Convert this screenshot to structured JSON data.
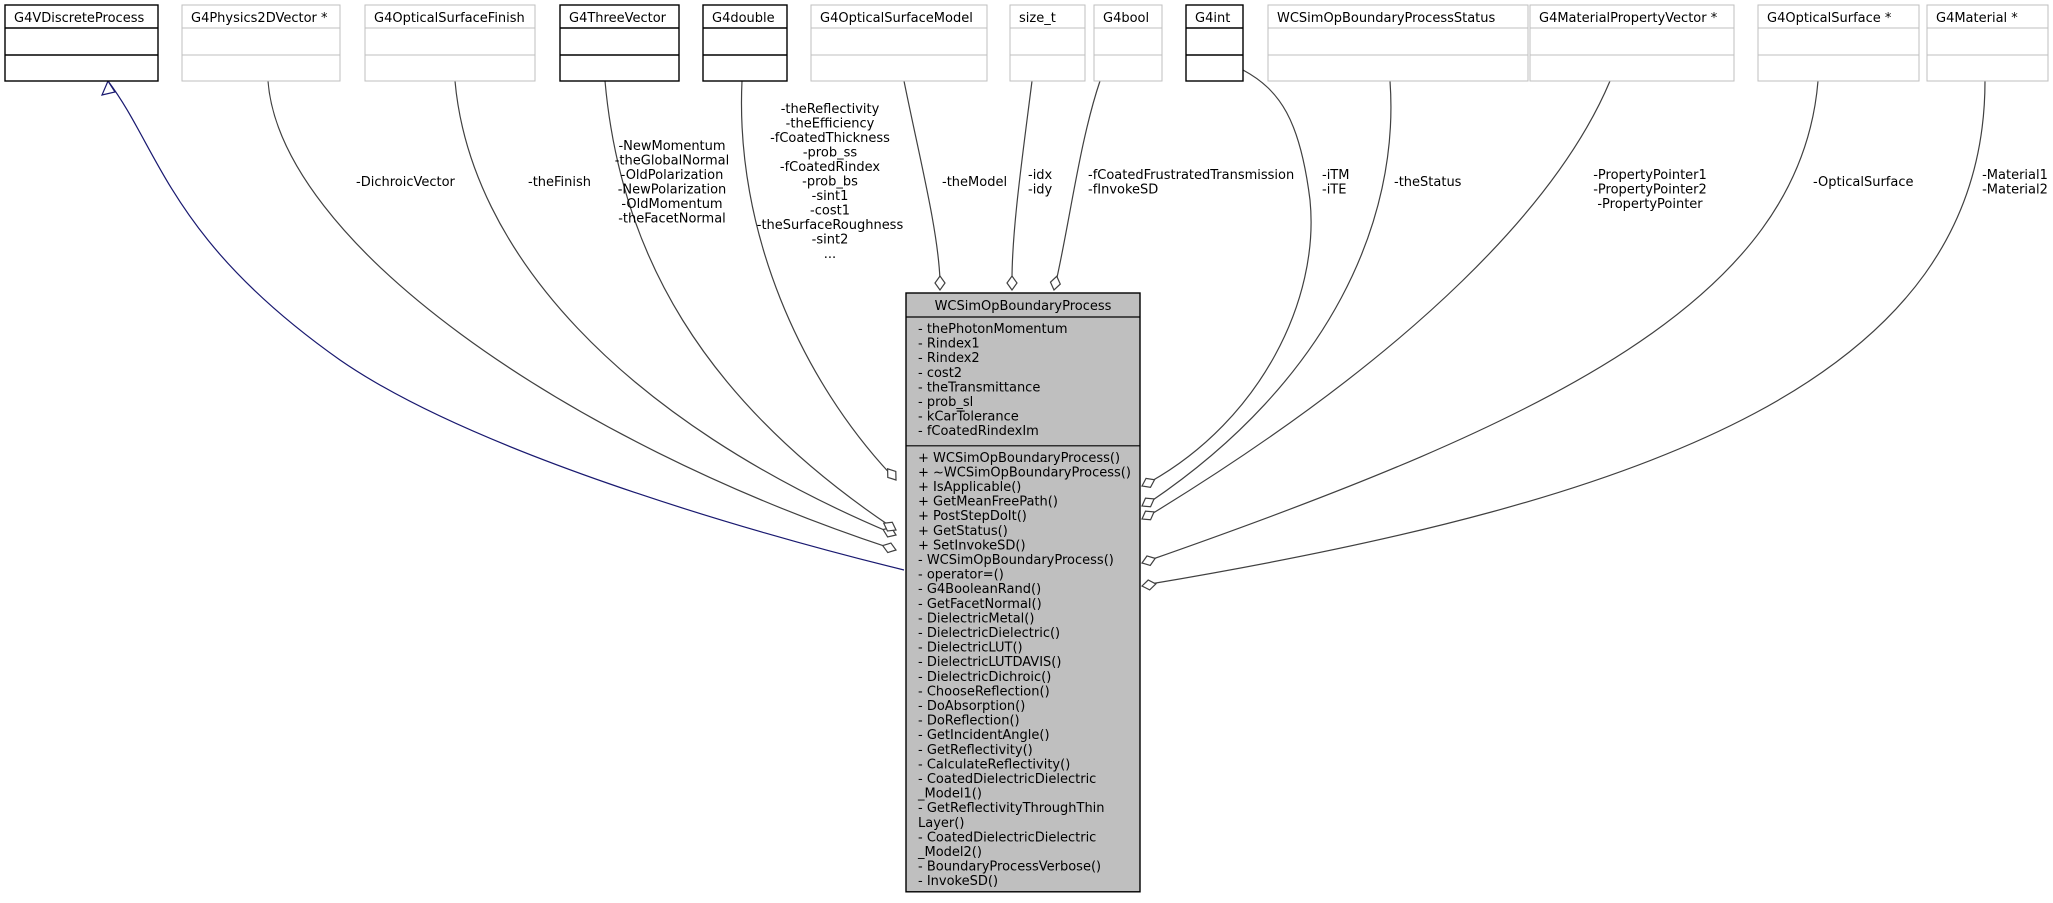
{
  "colors": {
    "main_fill": "#bfbfbf",
    "border_dark": "#000000",
    "border_grey": "#bfbfbf",
    "edge": "#404040",
    "inherit_edge": "#191970"
  },
  "main_class": {
    "name": "WCSimOpBoundaryProcess",
    "attributes": [
      "- thePhotonMomentum",
      "- Rindex1",
      "- Rindex2",
      "- cost2",
      "- theTransmittance",
      "- prob_sl",
      "- kCarTolerance",
      "- fCoatedRindexIm"
    ],
    "methods": [
      "+ WCSimOpBoundaryProcess()",
      "+ ~WCSimOpBoundaryProcess()",
      "+ IsApplicable()",
      "+ GetMeanFreePath()",
      "+ PostStepDoIt()",
      "+ GetStatus()",
      "+ SetInvokeSD()",
      "- WCSimOpBoundaryProcess()",
      "- operator=()",
      "- G4BooleanRand()",
      "- GetFacetNormal()",
      "- DielectricMetal()",
      "- DielectricDielectric()",
      "- DielectricLUT()",
      "- DielectricLUTDAVIS()",
      "- DielectricDichroic()",
      "- ChooseReflection()",
      "- DoAbsorption()",
      "- DoReflection()",
      "- GetIncidentAngle()",
      "- GetReflectivity()",
      "- CalculateReflectivity()",
      "- CoatedDielectricDielectric",
      "_Model1()",
      "- GetReflectivityThroughThin",
      "Layer()",
      "- CoatedDielectricDielectric",
      "_Model2()",
      "- BoundaryProcessVerbose()",
      "- InvokeSD()"
    ]
  },
  "nodes": [
    {
      "id": "g4vdiscreteprocess",
      "name": "G4VDiscreteProcess",
      "documented": true
    },
    {
      "id": "g4physics2dvector",
      "name": "G4Physics2DVector *",
      "documented": false
    },
    {
      "id": "g4opticalsurfacefinish",
      "name": "G4OpticalSurfaceFinish",
      "documented": false
    },
    {
      "id": "g4threevector",
      "name": "G4ThreeVector",
      "documented": true
    },
    {
      "id": "g4double",
      "name": "G4double",
      "documented": true
    },
    {
      "id": "g4opticalsurfacemodel",
      "name": "G4OpticalSurfaceModel",
      "documented": false
    },
    {
      "id": "size-t",
      "name": "size_t",
      "documented": false
    },
    {
      "id": "g4bool",
      "name": "G4bool",
      "documented": false
    },
    {
      "id": "g4int",
      "name": "G4int",
      "documented": true
    },
    {
      "id": "wcsimopboundaryprocessstatus",
      "name": "WCSimOpBoundaryProcessStatus",
      "documented": false
    },
    {
      "id": "g4materialpropertyvector",
      "name": "G4MaterialPropertyVector *",
      "documented": false
    },
    {
      "id": "g4opticalsurface",
      "name": "G4OpticalSurface *",
      "documented": false
    },
    {
      "id": "g4material",
      "name": "G4Material *",
      "documented": false
    }
  ],
  "edges": [
    {
      "from": "g4vdiscreteprocess",
      "kind": "inherit",
      "label": []
    },
    {
      "from": "g4physics2dvector",
      "kind": "usage",
      "label": [
        "-DichroicVector"
      ]
    },
    {
      "from": "g4opticalsurfacefinish",
      "kind": "usage",
      "label": [
        "-theFinish"
      ]
    },
    {
      "from": "g4threevector",
      "kind": "usage",
      "label": [
        "-NewMomentum",
        "-theGlobalNormal",
        "-OldPolarization",
        "-NewPolarization",
        "-OldMomentum",
        "-theFacetNormal"
      ]
    },
    {
      "from": "g4double",
      "kind": "usage",
      "label": [
        "-theReflectivity",
        "-theEfficiency",
        "-fCoatedThickness",
        "-prob_ss",
        "-fCoatedRindex",
        "-prob_bs",
        "-sint1",
        "-cost1",
        "-theSurfaceRoughness",
        "-sint2",
        "..."
      ]
    },
    {
      "from": "g4opticalsurfacemodel",
      "kind": "usage",
      "label": [
        "-theModel"
      ]
    },
    {
      "from": "size-t",
      "kind": "usage",
      "label": [
        "-idx",
        "-idy"
      ]
    },
    {
      "from": "g4bool",
      "kind": "usage",
      "label": [
        "-fCoatedFrustratedTransmission",
        "-fInvokeSD"
      ]
    },
    {
      "from": "g4int",
      "kind": "usage",
      "label": [
        "-iTM",
        "-iTE"
      ]
    },
    {
      "from": "wcsimopboundaryprocessstatus",
      "kind": "usage",
      "label": [
        "-theStatus"
      ]
    },
    {
      "from": "g4materialpropertyvector",
      "kind": "usage",
      "label": [
        "-PropertyPointer1",
        "-PropertyPointer2",
        "-PropertyPointer"
      ]
    },
    {
      "from": "g4opticalsurface",
      "kind": "usage",
      "label": [
        "-OpticalSurface"
      ]
    },
    {
      "from": "g4material",
      "kind": "usage",
      "label": [
        "-Material1",
        "-Material2"
      ]
    }
  ]
}
